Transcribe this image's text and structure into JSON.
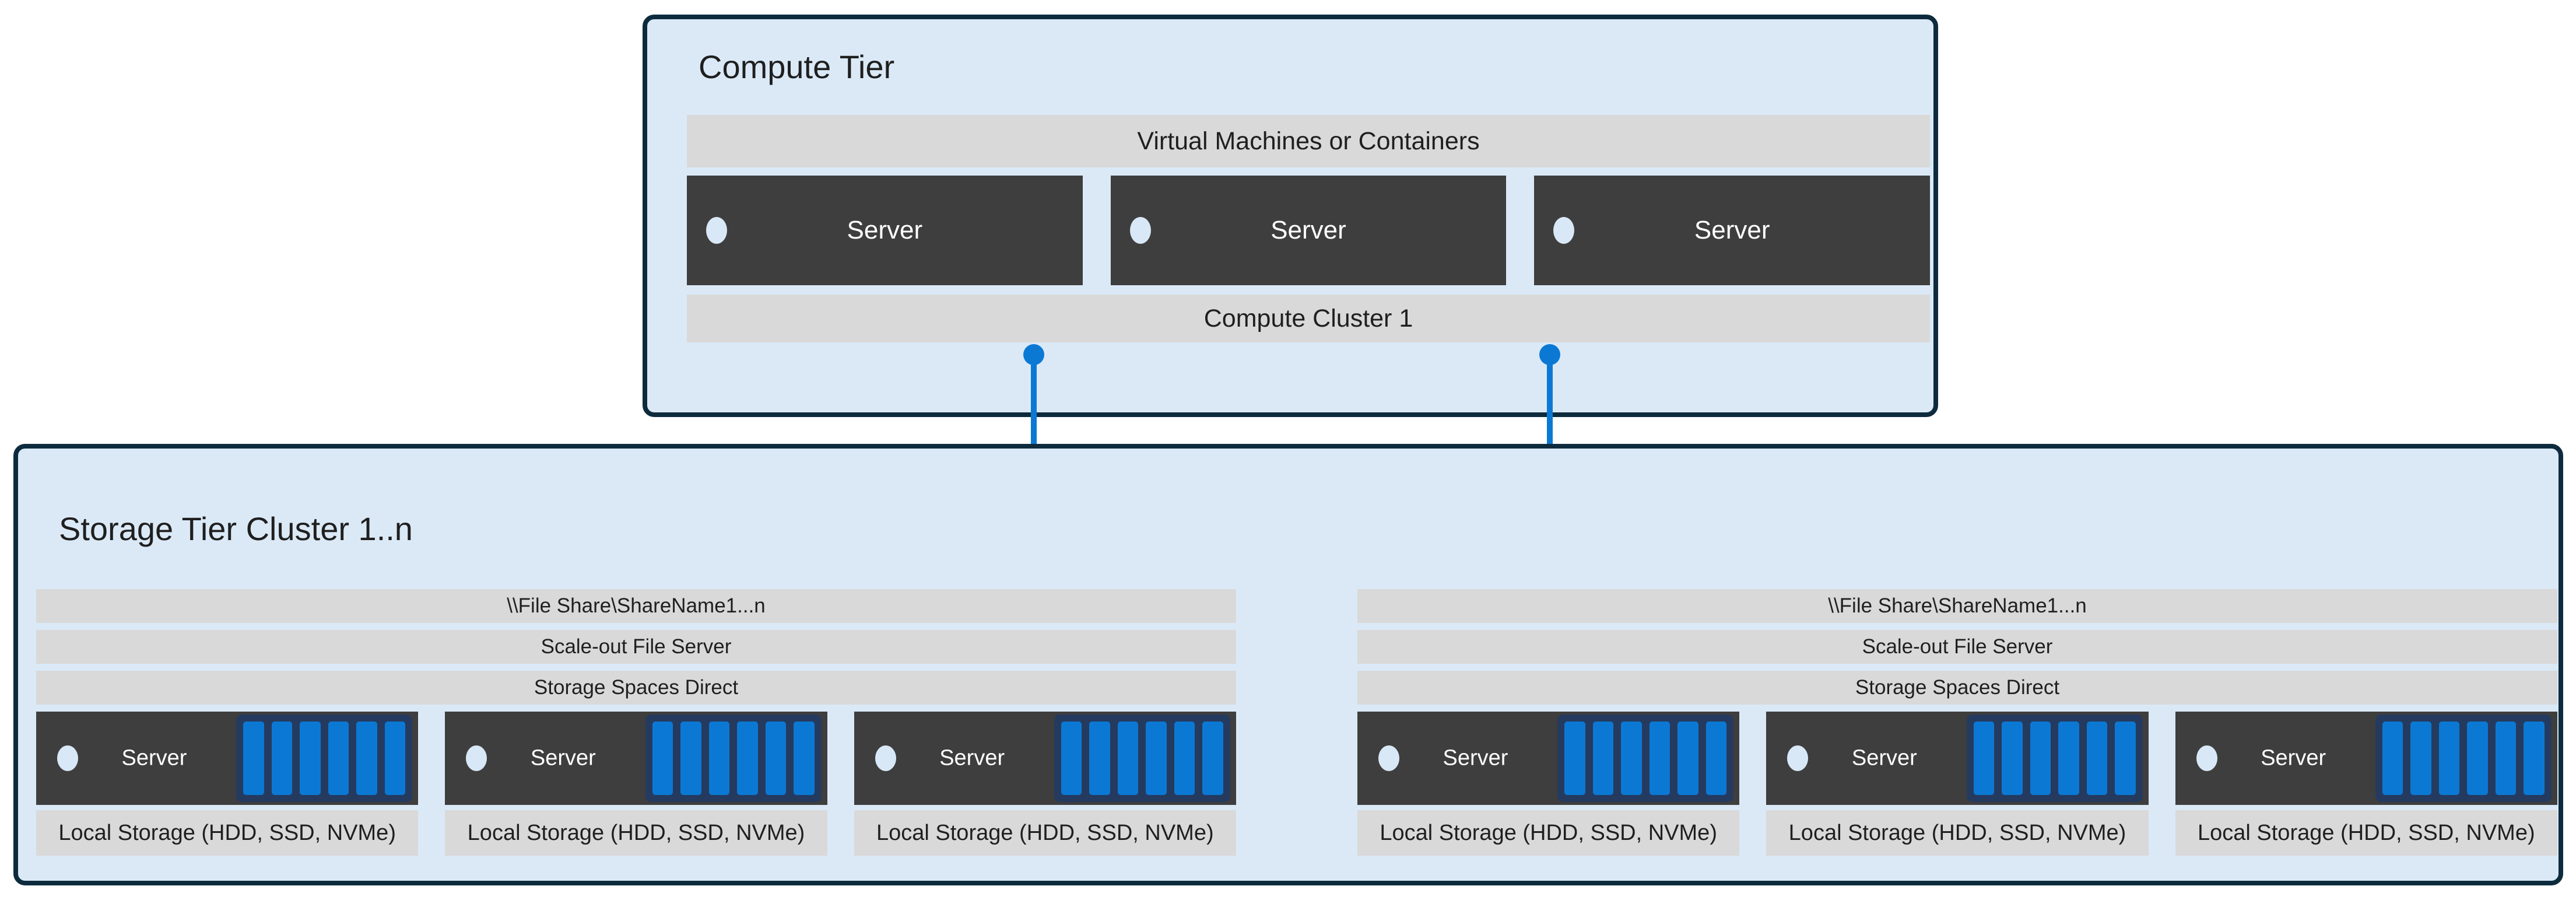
{
  "colors": {
    "accent-blue": "#0b79d4",
    "disk-frame-navy": "#253a5f",
    "panel-fill": "#dbe9f7",
    "panel-border": "#0d2b3d",
    "bar-gray": "#d9d9d9",
    "server-dark": "#3e3e3e",
    "text-dark": "#1f1f1f",
    "text-light": "#ffffff",
    "indicator-light": "#d9e8f6",
    "page-bg": "#ffffff"
  },
  "compute_tier": {
    "title": "Compute Tier",
    "vm_bar_label": "Virtual Machines or Containers",
    "cluster_bar_label": "Compute Cluster 1",
    "servers": [
      {
        "label": "Server"
      },
      {
        "label": "Server"
      },
      {
        "label": "Server"
      }
    ]
  },
  "storage_tier": {
    "title": "Storage Tier Cluster 1..n",
    "clusters": [
      {
        "file_share_bar_label": "\\\\File Share\\ShareName1...n",
        "scale_out_bar_label": "Scale-out File Server",
        "s2d_bar_label": "Storage Spaces Direct",
        "servers": [
          {
            "label": "Server"
          },
          {
            "label": "Server"
          },
          {
            "label": "Server"
          }
        ],
        "local_storage_labels": [
          "Local Storage (HDD, SSD, NVMe)",
          "Local Storage (HDD, SSD, NVMe)",
          "Local Storage (HDD, SSD, NVMe)"
        ]
      },
      {
        "file_share_bar_label": "\\\\File Share\\ShareName1...n",
        "scale_out_bar_label": "Scale-out File Server",
        "s2d_bar_label": "Storage Spaces Direct",
        "servers": [
          {
            "label": "Server"
          },
          {
            "label": "Server"
          },
          {
            "label": "Server"
          }
        ],
        "local_storage_labels": [
          "Local Storage (HDD, SSD, NVMe)",
          "Local Storage (HDD, SSD, NVMe)",
          "Local Storage (HDD, SSD, NVMe)"
        ]
      }
    ]
  }
}
